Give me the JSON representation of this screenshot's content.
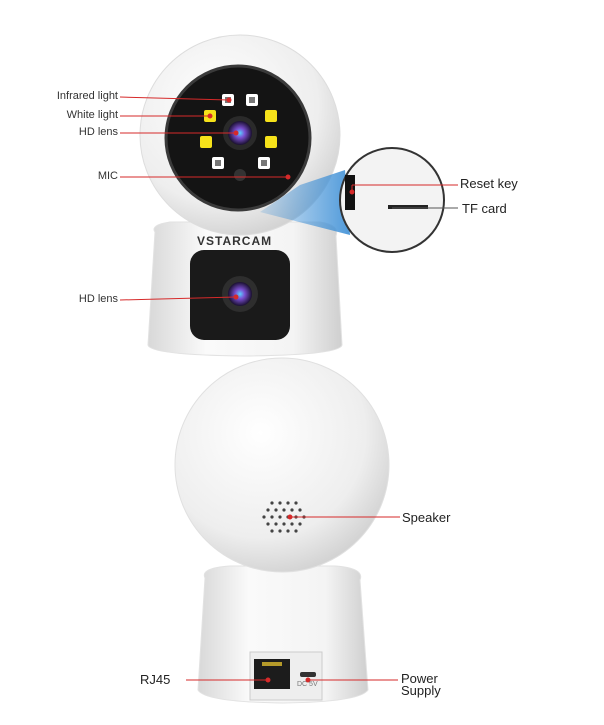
{
  "brand": "VSTARCAM",
  "front_labels": {
    "infrared_light": "Infrared light",
    "white_light": "White light",
    "hd_lens_top": "HD lens",
    "mic": "MIC",
    "reset_key": "Reset key",
    "tf_card": "TF card",
    "hd_lens_bottom": "HD lens"
  },
  "back_labels": {
    "speaker": "Speaker",
    "rj45": "RJ45",
    "power_supply_line1": "Power",
    "power_supply_line2": "Supply",
    "port_marking": "DC  5V"
  },
  "colors": {
    "callout_line": "#d62a2a",
    "led_white": "#f6e21a",
    "lens": "#7a4fd0",
    "accent_blue": "#3d8fd6"
  }
}
